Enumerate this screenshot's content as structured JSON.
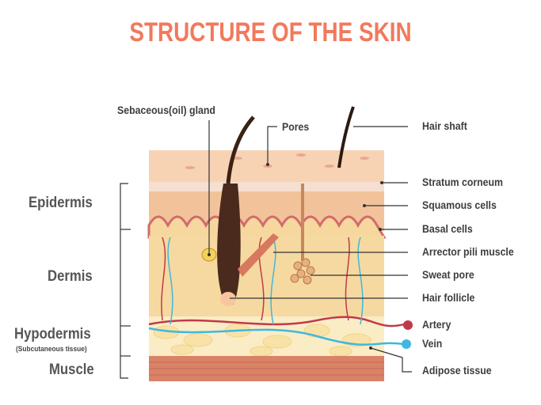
{
  "title": "STRUCTURE OF THE SKIN",
  "left_labels": {
    "epidermis": "Epidermis",
    "dermis": "Dermis",
    "hypodermis": "Hypodermis",
    "subcutaneous": "(Subcutaneous tissue)",
    "muscle": "Muscle"
  },
  "top_labels": {
    "sebaceous": "Sebaceous(oil) gland",
    "pores": "Pores"
  },
  "right_labels": {
    "hair_shaft": "Hair shaft",
    "stratum_corneum": "Stratum corneum",
    "squamous": "Squamous cells",
    "basal": "Basal cells",
    "arrector": "Arrector pili muscle",
    "sweat_pore": "Sweat pore",
    "hair_follicle": "Hair follicle",
    "artery": "Artery",
    "vein": "Vein",
    "adipose": "Adipose tissue"
  },
  "colors": {
    "title": "#f2795c",
    "artery": "#c0394b",
    "vein": "#3fb8dd"
  }
}
